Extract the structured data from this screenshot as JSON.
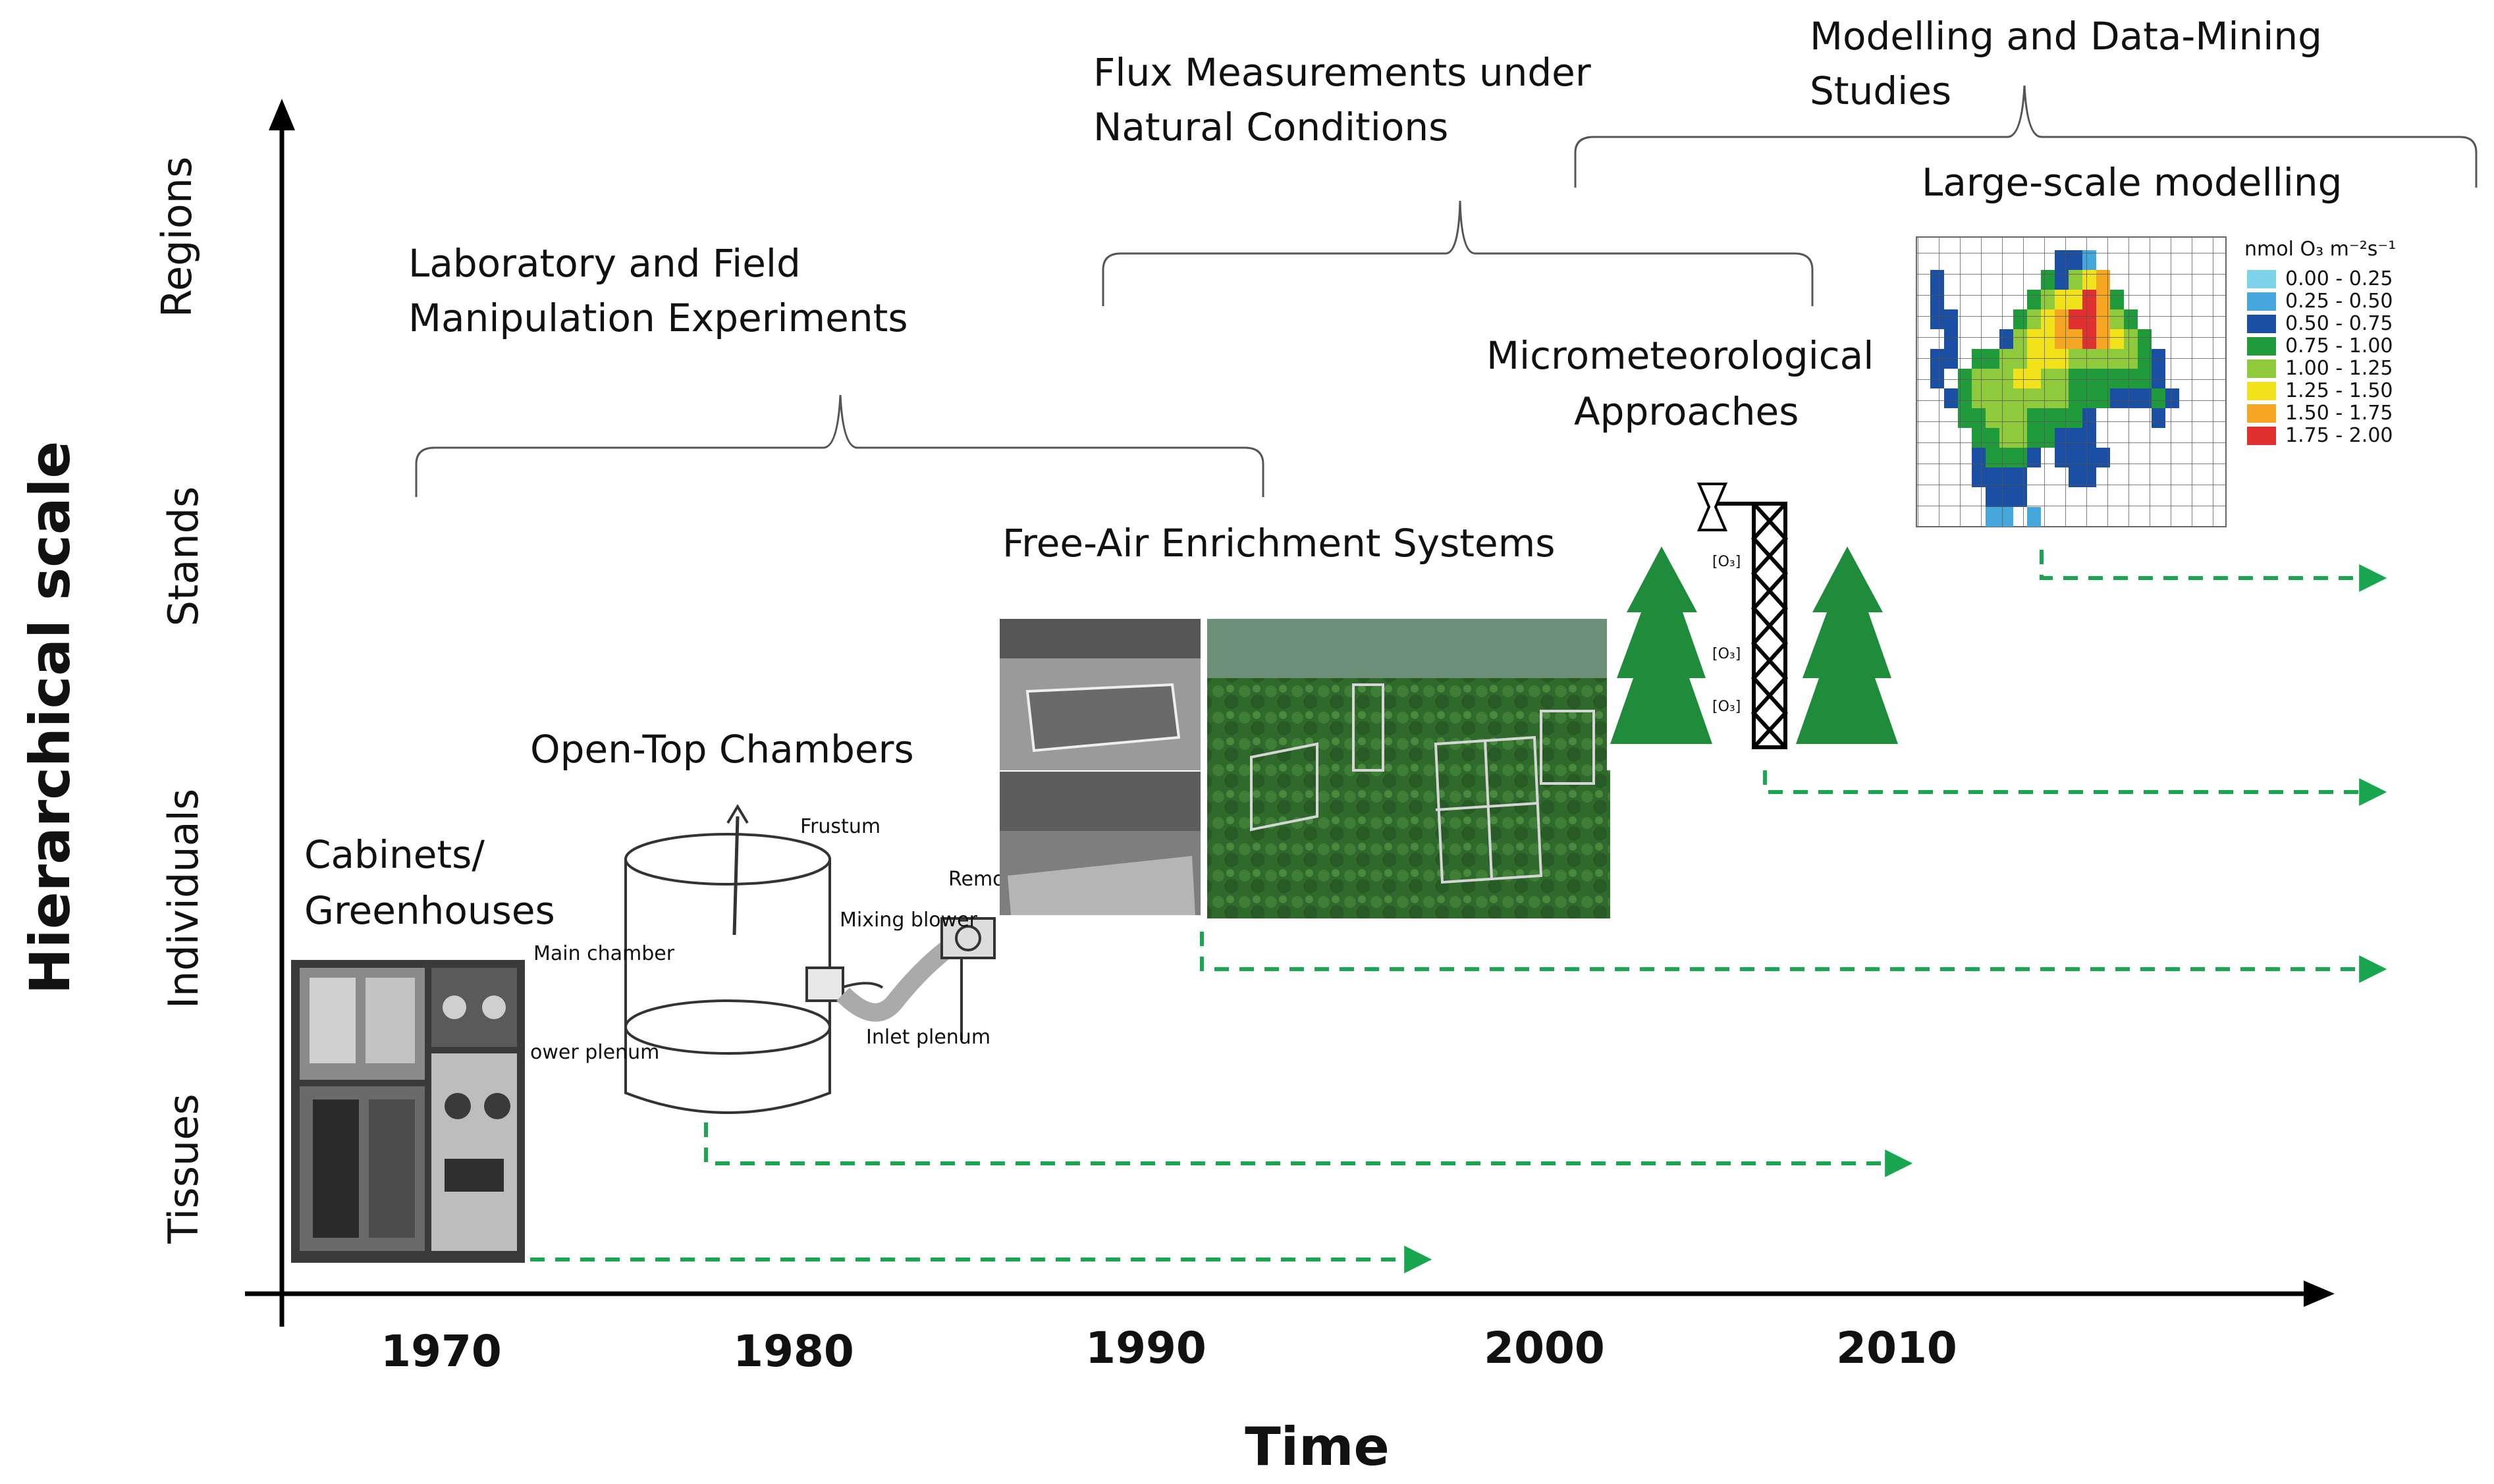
{
  "y_axis": {
    "title": "Hierarchical scale",
    "levels": [
      "Tissues",
      "Individuals",
      "Stands",
      "Regions"
    ]
  },
  "x_axis": {
    "title": "Time",
    "ticks": [
      "1970",
      "1980",
      "1990",
      "2000",
      "2010"
    ]
  },
  "groups": [
    {
      "lines": [
        "Laboratory and Field",
        "Manipulation Experiments"
      ]
    },
    {
      "lines": [
        "Flux Measurements under",
        "Natural Conditions"
      ]
    },
    {
      "lines": [
        "Modelling and Data-Mining",
        "Studies"
      ]
    }
  ],
  "approaches": [
    {
      "lines": [
        "Cabinets/",
        "Greenhouses"
      ]
    },
    {
      "lines": [
        "Open-Top Chambers"
      ]
    },
    {
      "lines": [
        "Free-Air Enrichment Systems"
      ]
    },
    {
      "lines": [
        "Micrometeorological",
        "Approaches"
      ]
    },
    {
      "lines": [
        "Large-scale modelling"
      ]
    }
  ],
  "chamber_labels": [
    "Frustum",
    "Mixing blower",
    "Remote",
    "Main chamber",
    "ower plenum",
    "Inlet plenum"
  ],
  "tower_labels": [
    "[O₃]",
    "[O₃]",
    "[O₃]"
  ],
  "map_legend": {
    "title": "nmol O₃ m⁻²s⁻¹",
    "entries": [
      {
        "label": "0.00 - 0.25",
        "color": "#7fd3e8"
      },
      {
        "label": "0.25 - 0.50",
        "color": "#45a7dc"
      },
      {
        "label": "0.50 - 0.75",
        "color": "#1a4fa3"
      },
      {
        "label": "0.75 - 1.00",
        "color": "#1f9b3c"
      },
      {
        "label": "1.00 - 1.25",
        "color": "#8fca3c"
      },
      {
        "label": "1.25 - 1.50",
        "color": "#f2e21b"
      },
      {
        "label": "1.50 - 1.75",
        "color": "#f5a623"
      },
      {
        "label": "1.75 - 2.00",
        "color": "#e03030"
      }
    ]
  },
  "colors": {
    "arrow": "#1aa650",
    "axis": "#000000",
    "forest": "#2e6b2e",
    "tree": "#1e8c3a"
  }
}
